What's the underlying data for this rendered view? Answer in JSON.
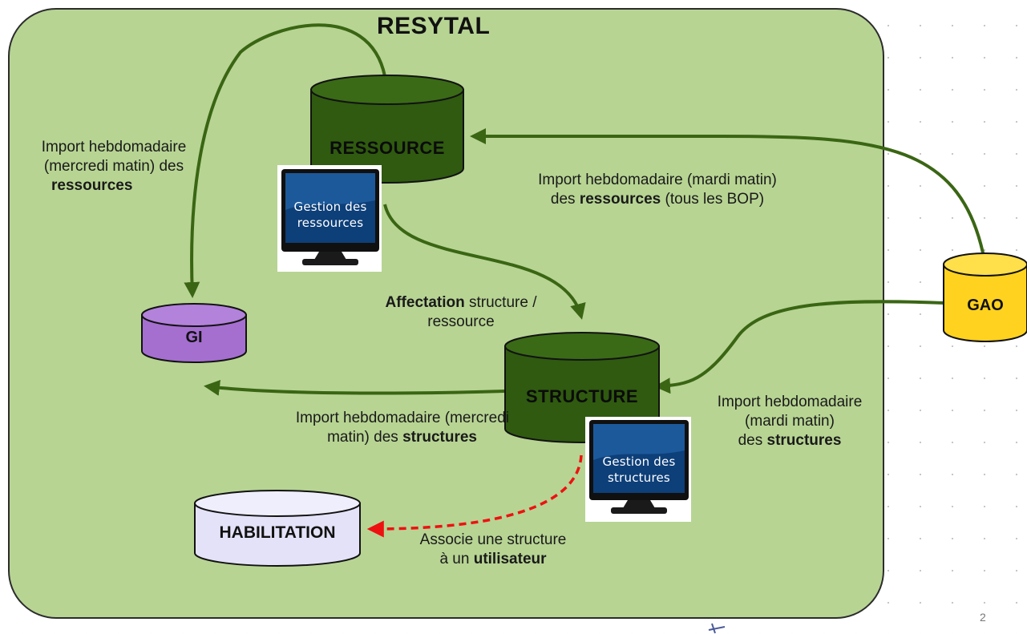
{
  "title": "RESYTAL",
  "databases": {
    "ressource": "RESSOURCE",
    "structure": "STRUCTURE",
    "gi": "GI",
    "gao": "GAO",
    "habilitation": "HABILITATION"
  },
  "monitors": {
    "ressources": {
      "line1": "Gestion des",
      "line2": "ressources"
    },
    "structures": {
      "line1": "Gestion des",
      "line2": "structures"
    }
  },
  "labels": {
    "import_gi_ressources": {
      "line1": "Import hebdomadaire",
      "line2": "(mercredi matin) des",
      "bold": "ressources"
    },
    "import_gao_ressources": {
      "line1": "Import hebdomadaire (mardi matin)",
      "pre": "des ",
      "bold": "ressources",
      "post": " (tous les BOP)"
    },
    "affectation": {
      "bold": "Affectation",
      "post": " structure /",
      "line2": "ressource"
    },
    "import_gi_structures": {
      "line1": "Import hebdomadaire (mercredi",
      "pre": "matin) des ",
      "bold": "structures"
    },
    "import_gao_structures": {
      "line1": "Import hebdomadaire",
      "line2": "(mardi matin)",
      "pre": "des ",
      "bold": "structures"
    },
    "associe": {
      "line1": "Associe une structure",
      "pre": "à un ",
      "bold": "utilisateur"
    }
  },
  "page_number": "2",
  "colors": {
    "panel": "#b7d493",
    "db_dark_green": "#2f5a10",
    "db_purple": "#a56fd0",
    "db_yellow": "#ffd21f",
    "db_lavender": "#e4e2f8",
    "arrow_green": "#3a6614",
    "arrow_red": "#ee1111"
  },
  "icons": [
    "monitor-icon",
    "cylinder-icon"
  ]
}
